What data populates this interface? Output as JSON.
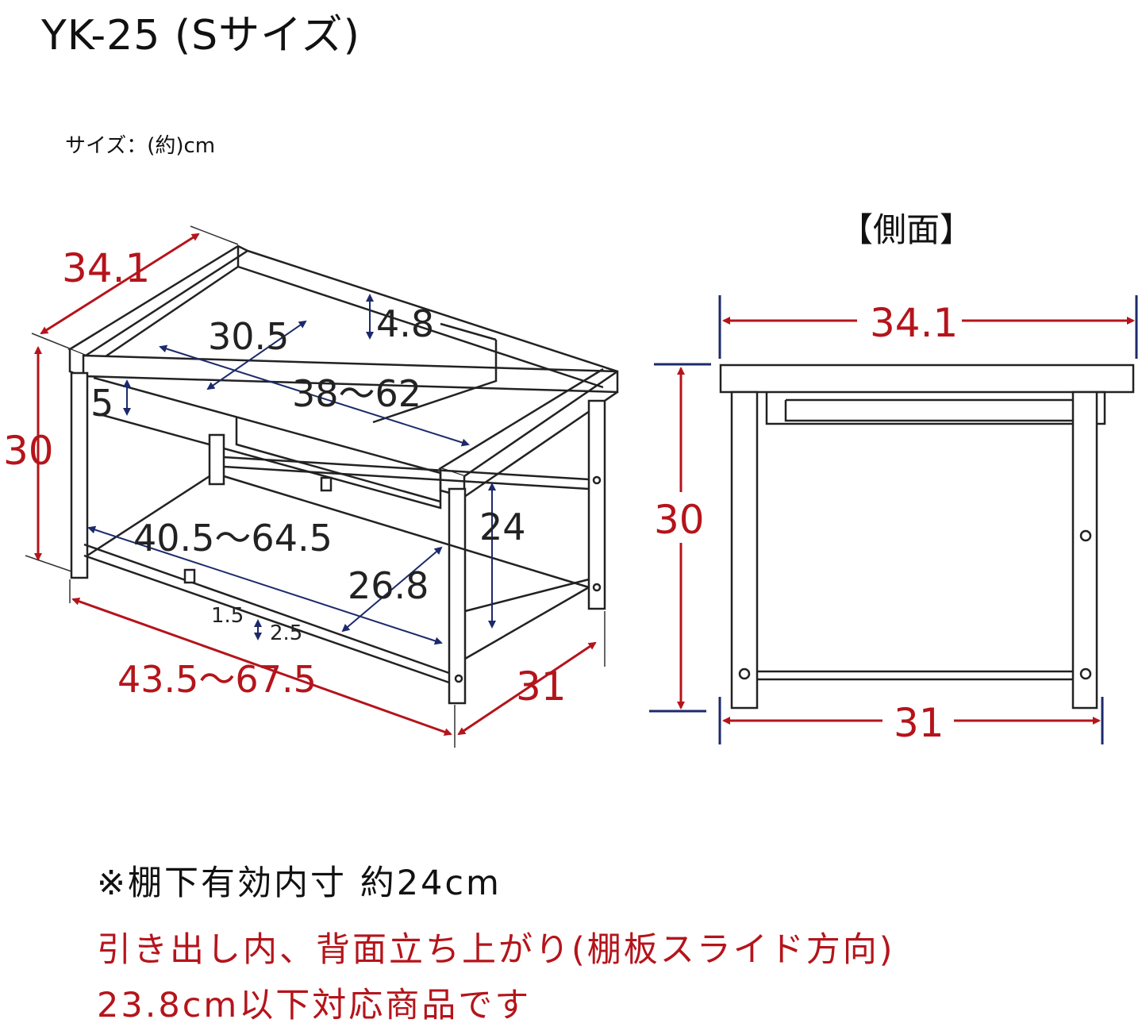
{
  "title": "YK-25 (Sサイズ)",
  "size_note": "サイズ：(約)cm",
  "side_view_heading": "【側面】",
  "colors": {
    "dimension_red": "#b5141b",
    "dimension_navy": "#1c2a6b",
    "line": "#222222"
  },
  "perspective_view": {
    "top_depth": "34.1",
    "height": "30",
    "drawer_depth": "30.5",
    "back_rise": "4.8",
    "drawer_width": "38〜62",
    "drawer_height": "5",
    "lower_width": "40.5〜64.5",
    "clearance_height": "24",
    "lower_depth": "26.8",
    "bar_offset_1": "1.5",
    "bar_offset_2": "2.5",
    "overall_width": "43.5〜67.5",
    "base_depth": "31"
  },
  "side_view": {
    "top_depth": "34.1",
    "height": "30",
    "base_depth": "31"
  },
  "notes": {
    "line1": "※棚下有効内寸 約24cm",
    "line2": "引き出し内、背面立ち上がり(棚板スライド方向)",
    "line3": "23.8cm以下対応商品です"
  }
}
